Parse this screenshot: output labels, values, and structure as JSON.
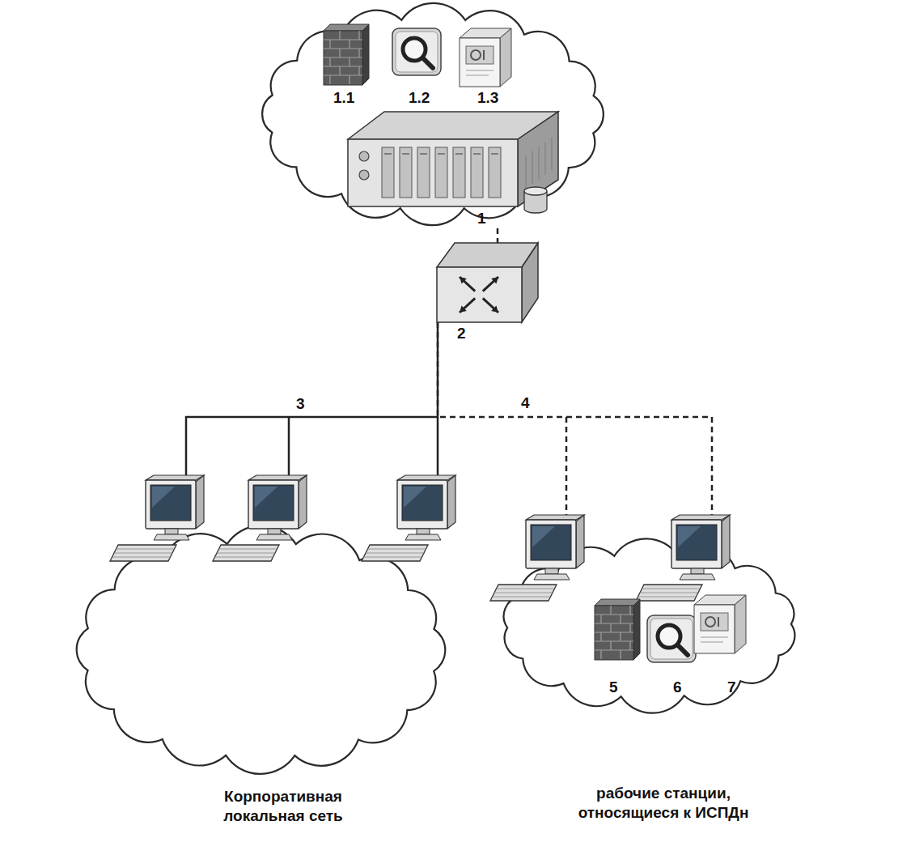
{
  "diagram": {
    "nodes": [
      {
        "text": [
          "1"
        ]
      },
      {
        "text": [
          "2"
        ]
      },
      {
        "text": [
          "Корпоративная локальная сеть"
        ]
      },
      {
        "text": [
          "рабочие станции, относящиеся к ИСПДн"
        ]
      }
    ],
    "edges": [
      {
        "from": 0,
        "to": 1,
        "arrow": "none"
      },
      {
        "from": 1,
        "to": 2,
        "arrow": "none",
        "label": "3"
      },
      {
        "from": 1,
        "to": 3,
        "arrow": "none",
        "label": "4"
      }
    ],
    "labels": [
      "1.1",
      "1.2",
      "1.3",
      "5",
      "6",
      "7"
    ]
  }
}
